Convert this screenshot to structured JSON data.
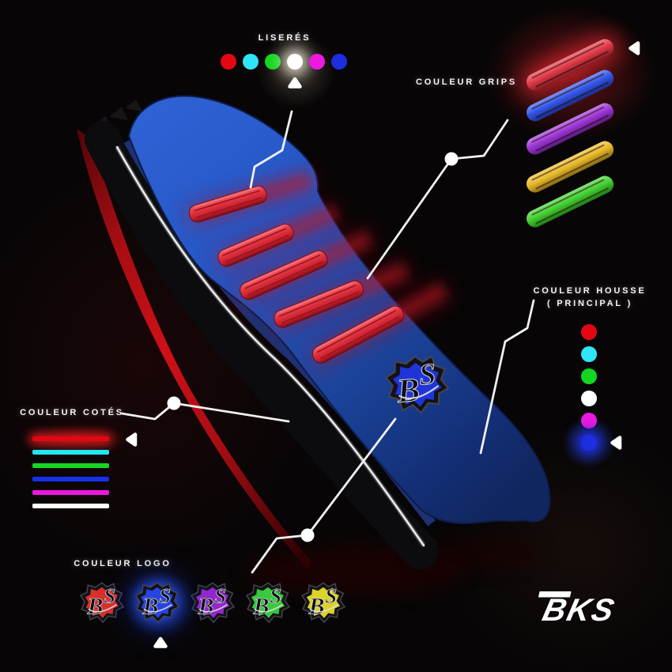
{
  "sections": {
    "liseres": {
      "label": "LISERÉS",
      "pointer": "triangle-up",
      "options": [
        {
          "name": "red",
          "hex": "#e30613"
        },
        {
          "name": "cyan",
          "hex": "#2ee6f7"
        },
        {
          "name": "green",
          "hex": "#12d71f"
        },
        {
          "name": "white",
          "hex": "#ffffff"
        },
        {
          "name": "magenta",
          "hex": "#ee19df"
        },
        {
          "name": "blue",
          "hex": "#1d2ee1"
        }
      ],
      "selected": "white"
    },
    "grips": {
      "label": "COULEUR GRIPS",
      "pointer": "triangle-left",
      "options": [
        {
          "name": "red",
          "hex": "#e23340"
        },
        {
          "name": "blue",
          "hex": "#2a50e8"
        },
        {
          "name": "purple",
          "hex": "#9a2ed6"
        },
        {
          "name": "yellow",
          "hex": "#e7b822"
        },
        {
          "name": "green",
          "hex": "#3bd029"
        }
      ],
      "selected": "red"
    },
    "housse": {
      "label": "COULEUR HOUSSE",
      "sublabel": "( PRINCIPAL )",
      "pointer": "triangle-left",
      "options": [
        {
          "name": "red",
          "hex": "#e30613"
        },
        {
          "name": "cyan",
          "hex": "#2ee6f7"
        },
        {
          "name": "green",
          "hex": "#12d71f"
        },
        {
          "name": "white",
          "hex": "#ffffff"
        },
        {
          "name": "magenta",
          "hex": "#ee19df"
        },
        {
          "name": "blue",
          "hex": "#1d2ee1"
        }
      ],
      "selected": "blue"
    },
    "cotes": {
      "label": "COULEUR COTÉS",
      "pointer": "triangle-left",
      "options": [
        {
          "name": "red",
          "hex": "#e30613"
        },
        {
          "name": "cyan",
          "hex": "#20e8f2"
        },
        {
          "name": "green",
          "hex": "#17d622"
        },
        {
          "name": "blue",
          "hex": "#1631e9"
        },
        {
          "name": "magenta",
          "hex": "#ee17e2"
        },
        {
          "name": "white",
          "hex": "#ffffff"
        }
      ],
      "selected": "red"
    },
    "logo": {
      "label": "COULEUR LOGO",
      "pointer": "triangle-up",
      "options": [
        {
          "name": "red",
          "hex": "#d9302a"
        },
        {
          "name": "blue",
          "hex": "#2744e3"
        },
        {
          "name": "purple",
          "hex": "#9428cd"
        },
        {
          "name": "green",
          "hex": "#38c93e"
        },
        {
          "name": "yellow",
          "hex": "#dcd228"
        }
      ],
      "selected": "blue"
    }
  },
  "seat": {
    "top_color": "#2456c4",
    "side_color": "#b50d13",
    "rib_color": "#e23340",
    "band_color": "#0c0c0f",
    "piping_color": "#e9ecee",
    "emblem_color": "#1f35d8"
  },
  "brand": {
    "text": "BKS"
  },
  "emblem": {
    "letter_b": "B",
    "letter_s": "S"
  }
}
